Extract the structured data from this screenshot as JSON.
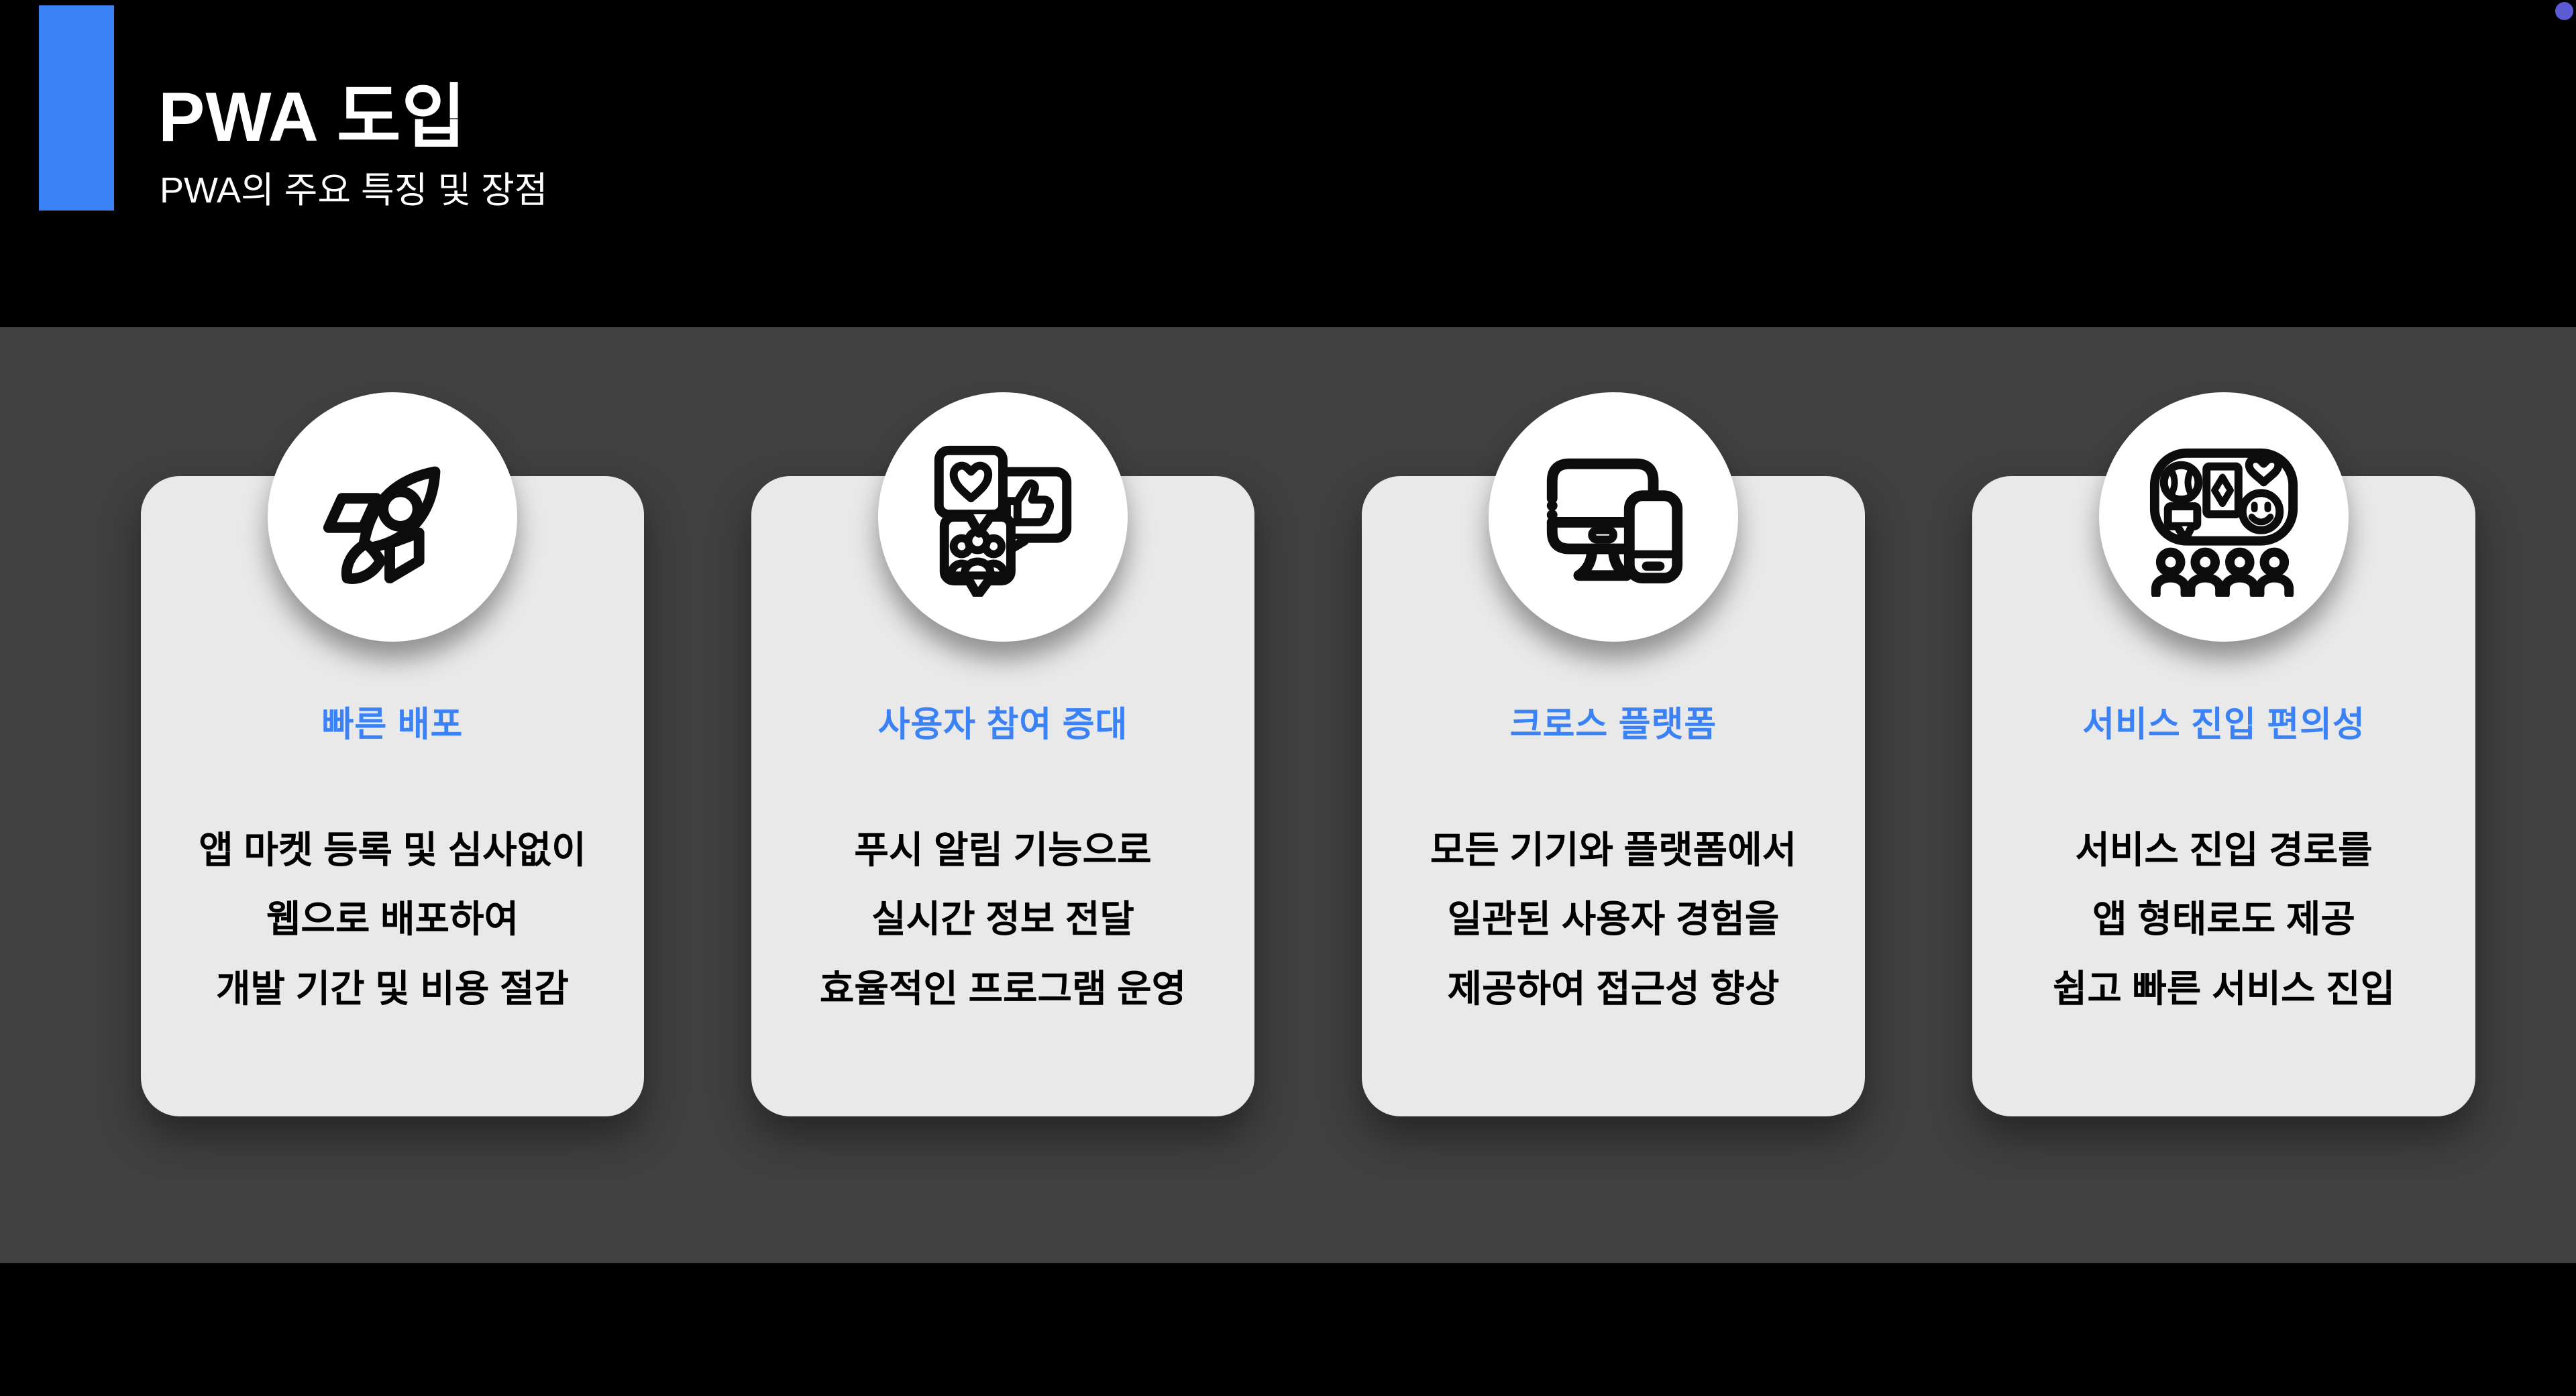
{
  "header": {
    "title": "PWA 도입",
    "subtitle": "PWA의 주요 특징 및 장점"
  },
  "cards": [
    {
      "icon": "rocket-icon",
      "title": "빠른 배포",
      "body": "앱 마켓 등록 및 심사없이\n웹으로 배포하여\n개발 기간 및 비용 절감"
    },
    {
      "icon": "social-engagement-icon",
      "title": "사용자 참여 증대",
      "body": "푸시 알림 기능으로\n실시간 정보 전달\n효율적인 프로그램 운영"
    },
    {
      "icon": "cross-platform-devices-icon",
      "title": "크로스 플랫폼",
      "body": "모든 기기와 플랫폼에서\n일관된 사용자 경험을\n제공하여 접근성 향상"
    },
    {
      "icon": "service-entry-icon",
      "title": "서비스 진입 편의성",
      "body": "서비스 진입 경로를\n앱 형태로도 제공\n쉽고 빠른 서비스 진입"
    }
  ],
  "colors": {
    "accent_blue": "#3b82f6",
    "corner_dot": "#5b5bd6",
    "header_background": "#000000",
    "band_background": "#404040",
    "card_background": "#e9e9ea",
    "badge_background": "#ffffff",
    "title_text": "#ffffff",
    "body_text": "#000000"
  }
}
